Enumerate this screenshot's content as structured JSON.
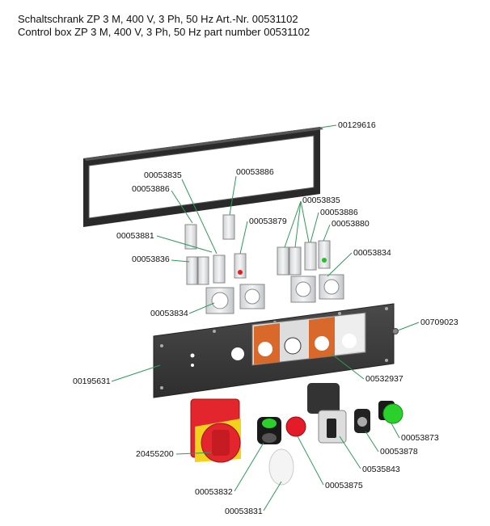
{
  "title_de": "Schaltschrank ZP 3 M, 400 V, 3 Ph, 50 Hz Art.-Nr. 00531102",
  "title_en": "Control box ZP 3 M, 400 V, 3 Ph, 50 Hz part number 00531102",
  "colors": {
    "leader": "#2e9a58",
    "panel": "#3b3b3b",
    "label_orange": "#d9692a",
    "switch_red": "#e3262d",
    "switch_yellow": "#f3d21b",
    "button_green": "#2bd12b",
    "button_red": "#e41c2a"
  },
  "parts": [
    {
      "id": "p1",
      "number": "00129616"
    },
    {
      "id": "p2",
      "number": "00053835"
    },
    {
      "id": "p3",
      "number": "00053886"
    },
    {
      "id": "p4",
      "number": "00053886"
    },
    {
      "id": "p5",
      "number": "00053835"
    },
    {
      "id": "p6",
      "number": "00053886"
    },
    {
      "id": "p7",
      "number": "00053879"
    },
    {
      "id": "p8",
      "number": "00053880"
    },
    {
      "id": "p9",
      "number": "00053881"
    },
    {
      "id": "p10",
      "number": "00053834"
    },
    {
      "id": "p11",
      "number": "00053836"
    },
    {
      "id": "p12",
      "number": "00053834"
    },
    {
      "id": "p13",
      "number": "00709023"
    },
    {
      "id": "p14",
      "number": "00195631"
    },
    {
      "id": "p15",
      "number": "00532937"
    },
    {
      "id": "p16",
      "number": "00053873"
    },
    {
      "id": "p17",
      "number": "20455200"
    },
    {
      "id": "p18",
      "number": "00053878"
    },
    {
      "id": "p19",
      "number": "00535843"
    },
    {
      "id": "p20",
      "number": "00053832"
    },
    {
      "id": "p21",
      "number": "00053875"
    },
    {
      "id": "p22",
      "number": "00053831"
    }
  ]
}
